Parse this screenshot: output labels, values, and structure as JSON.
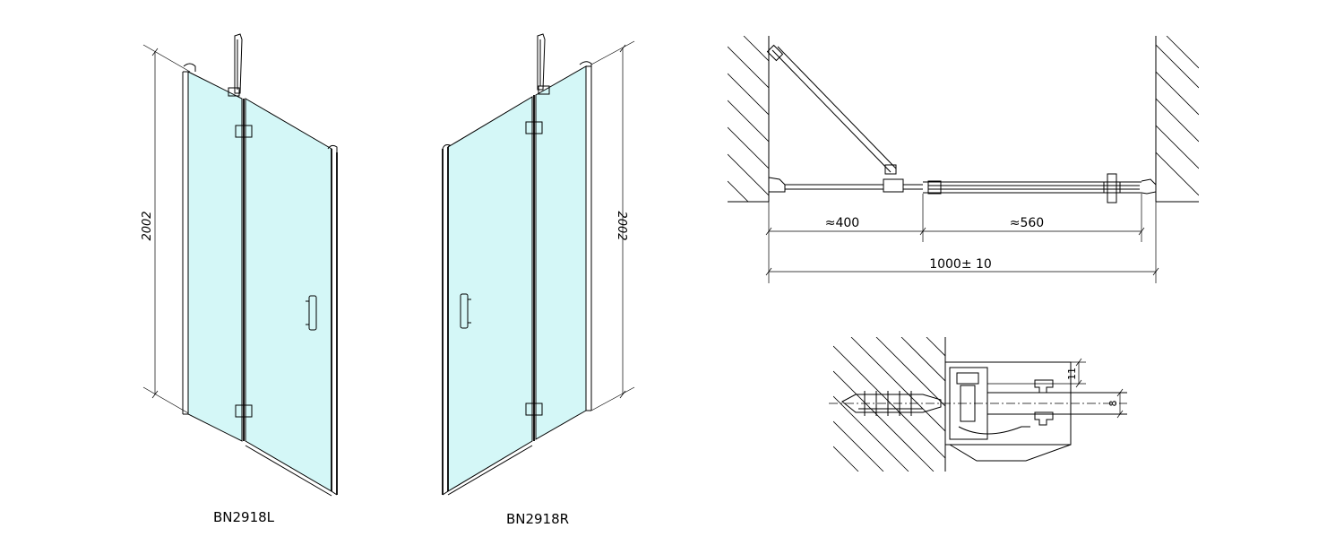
{
  "views": {
    "left_label": "BN2918L",
    "right_label": "BN2918R"
  },
  "dimensions": {
    "height_left": "2002",
    "height_right": "2002",
    "fixed_part": "≈400",
    "door_part": "≈560",
    "total_width": "1000± 10",
    "profile_depth": "11",
    "glass_thickness": "8"
  },
  "colors": {
    "glass": "#d4f7f7",
    "line": "#000000"
  }
}
